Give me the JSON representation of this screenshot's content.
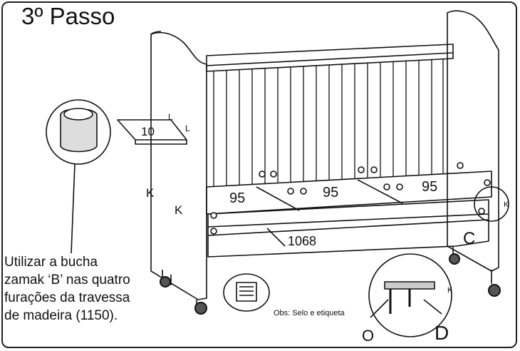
{
  "title": "3º Passo",
  "note_lines": [
    "Utilizar a bucha",
    "zamak ‘B’ nas quatro",
    "furações da travessa",
    "de madeira (1150)."
  ],
  "labels": {
    "shelf_value": "10",
    "part_l": "L",
    "part_k": "K",
    "part_c": "C",
    "part_o": "O",
    "part_d": "D",
    "dim_left": "95",
    "dim_mid": "95",
    "dim_right": "95",
    "dim_rail": "1068",
    "obs": "Obs: Selo e etiqueta"
  }
}
